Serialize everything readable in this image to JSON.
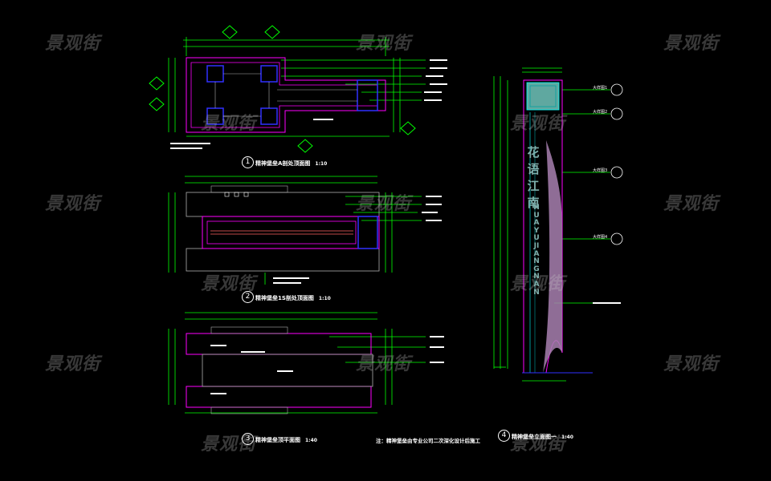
{
  "drawings": [
    {
      "number": "1",
      "title": "精神堡垒A剖处顶面图",
      "scale": "1:10"
    },
    {
      "number": "2",
      "title": "精神堡垒1S剖处顶面图",
      "scale": "1:10"
    },
    {
      "number": "3",
      "title": "精神堡垒顶平面图",
      "scale": "1:40"
    },
    {
      "number": "4",
      "title": "精神堡垒立面图一",
      "scale": "1:40"
    }
  ],
  "note": "注：精神堡垒由专业公司二次深化设计后施工",
  "sign": {
    "chinese": "花语江南",
    "pinyin": "HUAYUJIANGNAN"
  },
  "callouts": [
    "大样图1",
    "大样图2",
    "大样图3",
    "大样图4"
  ],
  "watermark": "景观街",
  "colors": {
    "background": "#000000",
    "dimension_lines": "#00ff00",
    "outline": "#ff00ff",
    "blue": "#3030ff",
    "gray": "#b0b0b0",
    "cyan": "#00ffff",
    "leader": "#ffffff"
  }
}
